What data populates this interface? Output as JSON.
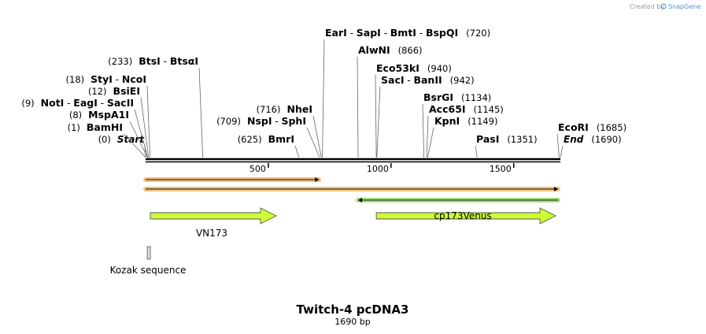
{
  "credit": {
    "text": "Created by",
    "brand": "SnapGene"
  },
  "title": "Twitch-4 pcDNA3",
  "length_label": "1690 bp",
  "total_bp": 1690,
  "ticks": [
    {
      "bp": 500,
      "label": "500"
    },
    {
      "bp": 1000,
      "label": "1000"
    },
    {
      "bp": 1500,
      "label": "1500"
    }
  ],
  "sites": [
    {
      "bp": 0,
      "parts": [
        {
          "t": "(0)",
          "k": "pos"
        },
        {
          "t": "Start",
          "k": "bi"
        }
      ]
    },
    {
      "bp": 1,
      "parts": [
        {
          "t": "(1)",
          "k": "pos"
        },
        {
          "t": "BamHI",
          "k": "enz"
        }
      ]
    },
    {
      "bp": 8,
      "parts": [
        {
          "t": "(8)",
          "k": "pos"
        },
        {
          "t": "MspA1I",
          "k": "enz"
        }
      ]
    },
    {
      "bp": 9,
      "parts": [
        {
          "t": "(9)",
          "k": "pos"
        },
        {
          "t": "NotI",
          "k": "enz"
        },
        {
          "t": " - ",
          "k": "sep"
        },
        {
          "t": "EagI",
          "k": "enz"
        },
        {
          "t": " - ",
          "k": "sep"
        },
        {
          "t": "SacII",
          "k": "enz"
        }
      ]
    },
    {
      "bp": 12,
      "parts": [
        {
          "t": "(12)",
          "k": "pos"
        },
        {
          "t": "BsiEI",
          "k": "enz"
        }
      ]
    },
    {
      "bp": 18,
      "parts": [
        {
          "t": "(18)",
          "k": "pos"
        },
        {
          "t": "StyI",
          "k": "enz"
        },
        {
          "t": " - ",
          "k": "sep"
        },
        {
          "t": "NcoI",
          "k": "enz"
        }
      ]
    },
    {
      "bp": 233,
      "parts": [
        {
          "t": "(233)",
          "k": "pos"
        },
        {
          "t": "BtsI",
          "k": "enz"
        },
        {
          "t": " - ",
          "k": "sep"
        },
        {
          "t": "BtsαI",
          "k": "enz"
        }
      ]
    },
    {
      "bp": 625,
      "parts": [
        {
          "t": "(625)",
          "k": "pos"
        },
        {
          "t": "BmrI",
          "k": "enz"
        }
      ]
    },
    {
      "bp": 709,
      "parts": [
        {
          "t": "(709)",
          "k": "pos"
        },
        {
          "t": "NspI",
          "k": "enz"
        },
        {
          "t": " - ",
          "k": "sep"
        },
        {
          "t": "SphI",
          "k": "enz"
        }
      ]
    },
    {
      "bp": 716,
      "parts": [
        {
          "t": "(716)",
          "k": "pos"
        },
        {
          "t": "NheI",
          "k": "enz"
        }
      ]
    },
    {
      "bp": 720,
      "parts": [
        {
          "t": "EarI",
          "k": "enz"
        },
        {
          "t": " - ",
          "k": "sep"
        },
        {
          "t": "SapI",
          "k": "enz"
        },
        {
          "t": " - ",
          "k": "sep"
        },
        {
          "t": "BmtI",
          "k": "enz"
        },
        {
          "t": " - ",
          "k": "sep"
        },
        {
          "t": "BspQI",
          "k": "enz"
        },
        {
          "t": "(720)",
          "k": "pos"
        }
      ]
    },
    {
      "bp": 866,
      "parts": [
        {
          "t": "AlwNI",
          "k": "enz"
        },
        {
          "t": "(866)",
          "k": "pos"
        }
      ]
    },
    {
      "bp": 940,
      "parts": [
        {
          "t": "Eco53kI",
          "k": "enz"
        },
        {
          "t": "(940)",
          "k": "pos"
        }
      ]
    },
    {
      "bp": 942,
      "parts": [
        {
          "t": "SacI",
          "k": "enz"
        },
        {
          "t": " - ",
          "k": "sep"
        },
        {
          "t": "BanII",
          "k": "enz"
        },
        {
          "t": "(942)",
          "k": "pos"
        }
      ]
    },
    {
      "bp": 1134,
      "parts": [
        {
          "t": "BsrGI",
          "k": "enz"
        },
        {
          "t": "(1134)",
          "k": "pos"
        }
      ]
    },
    {
      "bp": 1145,
      "parts": [
        {
          "t": "Acc65I",
          "k": "enz"
        },
        {
          "t": "(1145)",
          "k": "pos"
        }
      ]
    },
    {
      "bp": 1149,
      "parts": [
        {
          "t": "KpnI",
          "k": "enz"
        },
        {
          "t": "(1149)",
          "k": "pos"
        }
      ]
    },
    {
      "bp": 1351,
      "parts": [
        {
          "t": "PasI",
          "k": "enz"
        },
        {
          "t": "(1351)",
          "k": "pos"
        }
      ]
    },
    {
      "bp": 1685,
      "parts": [
        {
          "t": "EcoRI",
          "k": "enz"
        },
        {
          "t": "(1685)",
          "k": "pos"
        }
      ]
    },
    {
      "bp": 1690,
      "parts": [
        {
          "t": "End",
          "k": "bi"
        },
        {
          "t": "(1690)",
          "k": "pos"
        }
      ]
    }
  ],
  "primers": [
    {
      "start": 0,
      "end": 716,
      "direction": "forward",
      "color": "#f5c27a"
    },
    {
      "start": 0,
      "end": 1690,
      "direction": "forward",
      "color": "#f5c27a"
    },
    {
      "start": 866,
      "end": 1690,
      "direction": "reverse",
      "color": "#a6e07a"
    }
  ],
  "features": [
    {
      "name": "VN173",
      "start": 20,
      "end": 540,
      "direction": "forward",
      "color": "#ccff33"
    },
    {
      "name": "cp173Venus",
      "start": 940,
      "end": 1690,
      "direction": "forward",
      "color": "#ccff33"
    },
    {
      "name": "Kozak sequence",
      "start": 10,
      "end": 20,
      "direction": "none",
      "color": "#dddddd"
    }
  ],
  "colors": {
    "backbone": "#000000",
    "brand": "#4a90d9",
    "arrow_stroke": "#333333"
  }
}
